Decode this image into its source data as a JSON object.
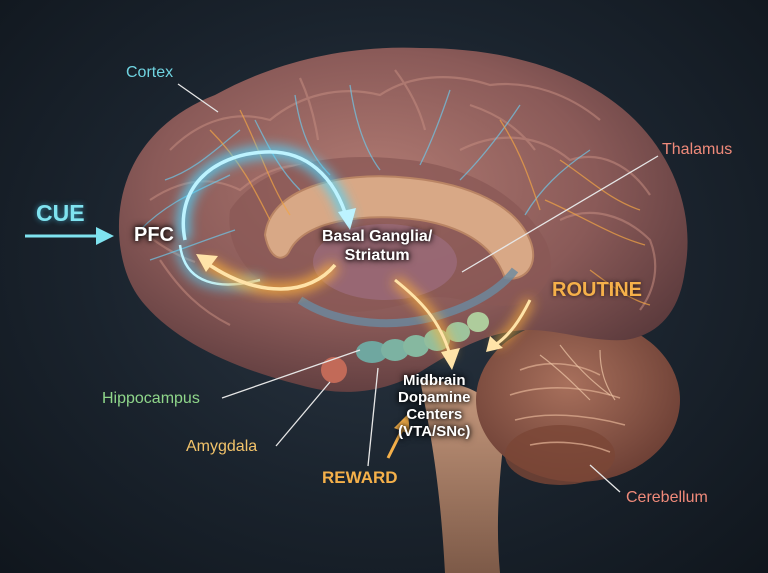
{
  "labels": {
    "cortex": "Cortex",
    "thalamus": "Thalamus",
    "cue": "CUE",
    "pfc": "PFC",
    "basal_ganglia_line1": "Basal Ganglia/",
    "basal_ganglia_line2": "Striatum",
    "routine": "ROUTINE",
    "hippocampus": "Hippocampus",
    "amygdala": "Amygdala",
    "midbrain_line1": "Midbrain",
    "midbrain_line2": "Dopamine",
    "midbrain_line3": "Centers",
    "midbrain_line4": "(VTA/SNc)",
    "reward": "REWARD",
    "cerebellum": "Cerebellum"
  },
  "colors": {
    "cortex": "#6fd3e0",
    "thalamus": "#f08a7a",
    "cue": "#7fe3f0",
    "routine": "#f5b04a",
    "hippocampus": "#8fd68a",
    "amygdala": "#f2c36a",
    "reward": "#f5b04a",
    "cerebellum": "#f08a7a",
    "blue_pathway": "#4fd7ff",
    "orange_pathway": "#ffb23a"
  }
}
